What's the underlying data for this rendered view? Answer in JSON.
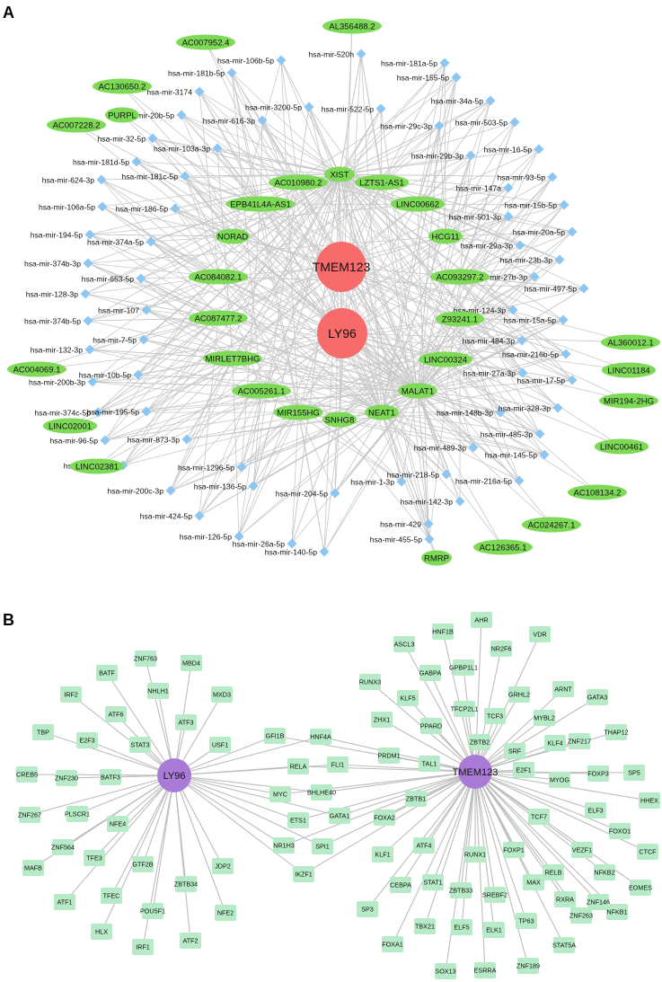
{
  "panels": [
    {
      "label": "A",
      "hubs": [
        {
          "id": "TMEM123",
          "label": "TMEM123"
        },
        {
          "id": "LY96",
          "label": "LY96"
        }
      ],
      "lncrnas": [
        "AL356488.2",
        "AC007952.4",
        "AC130650.2",
        "PURPL",
        "AC007228.2",
        "XIST",
        "LZTS1-AS1",
        "AC010980.2",
        "EPB41L4A-AS1",
        "LINC00662",
        "NORAD",
        "HCG11",
        "AC084082.1",
        "AC093297.2",
        "AC087477.2",
        "Z93241.1",
        "MIRLET7BHG",
        "LINC00324",
        "AL360012.1",
        "LINC01184",
        "AC004069.1",
        "AC005261.1",
        "MALAT1",
        "MIR194-2HG",
        "MIR155HG",
        "NEAT1",
        "SNHG8",
        "LINC00461",
        "LINC02001",
        "LINC02381",
        "AC108134.2",
        "AC024267.1",
        "AC126365.1",
        "RMRP"
      ],
      "mirnas": [
        "hsa-mir-520h",
        "hsa-mir-106b-5p",
        "hsa-mir-181b-5p",
        "hsa-mir-181a-5p",
        "hsa-mir-155-5p",
        "hsa-mir-3174",
        "hsa-mir-3200-5p",
        "hsa-mir-522-5p",
        "hsa-mir-34a-5p",
        "hsa-mir-20b-5p",
        "hsa-mir-616-3p",
        "hsa-mir-503-5p",
        "hsa-mir-29c-3p",
        "hsa-mir-32-5p",
        "hsa-mir-103a-3p",
        "hsa-mir-16-5p",
        "hsa-mir-29b-3p",
        "hsa-mir-181d-5p",
        "hsa-mir-93-5p",
        "hsa-mir-624-3p",
        "hsa-mir-181c-5p",
        "hsa-mir-147a",
        "hsa-mir-15b-5p",
        "hsa-mir-106a-5p",
        "hsa-mir-186-5p",
        "hsa-mir-501-3p",
        "hsa-mir-194-5p",
        "hsa-mir-20a-5p",
        "hsa-mir-374a-5p",
        "hsa-mir-29a-3p",
        "hsa-mir-374b-3p",
        "hsa-mir-23b-3p",
        "hsa-mir-653-5p",
        "hsa-mir-27b-3p",
        "hsa-mir-497-5p",
        "hsa-mir-128-3p",
        "hsa-mir-107",
        "hsa-mir-124-3p",
        "hsa-mir-15a-5p",
        "hsa-mir-374b-5p",
        "hsa-mir-484-3p",
        "hsa-mir-7-5p",
        "hsa-mir-216b-5p",
        "hsa-mir-132-3p",
        "hsa-mir-17-5p",
        "hsa-mir-10b-5p",
        "hsa-mir-200b-3p",
        "hsa-mir-27a-3p",
        "hsa-mir-374c-5p",
        "hsa-mir-195-5p",
        "hsa-mir-148b-3p",
        "hsa-mir-328-3p",
        "hsa-mir-485-3p",
        "hsa-mir-96-5p",
        "hsa-mir-873-3p",
        "hsa-mir-489-3p",
        "hsa-mir-145-5p",
        "hsa-mir-224-5p",
        "hsa-mir-1296-5p",
        "hsa-mir-218-5p",
        "hsa-mir-200c-3p",
        "hsa-mir-1-3p",
        "hsa-mir-216a-5p",
        "hsa-mir-136-5p",
        "hsa-mir-204-5p",
        "hsa-mir-142-3p",
        "hsa-mir-424-5p",
        "hsa-mir-429",
        "hsa-mir-126-5p",
        "hsa-mir-26a-5p",
        "hsa-mir-455-5p",
        "hsa-mir-140-5p"
      ]
    },
    {
      "label": "B",
      "hubs": [
        {
          "id": "LY96",
          "label": "LY96"
        },
        {
          "id": "TMEM123",
          "label": "TMEM123"
        }
      ],
      "ly96_tfs": [
        "ZNF763",
        "MBD4",
        "BATF",
        "NHLH1",
        "IRF2",
        "ATF6",
        "MXD3",
        "ATF3",
        "E2F3",
        "STAT3",
        "USF1",
        "TBP",
        "BATF3",
        "CREB5",
        "ZNF230",
        "PLSCR1",
        "ZNF267",
        "NFE4",
        "ZNF564",
        "TFE3",
        "GTF2B",
        "MAFB",
        "JDP2",
        "ZBTB34",
        "TFEC",
        "ATF1",
        "POU5F1",
        "NFE2",
        "HLX",
        "ATF2",
        "IRF1"
      ],
      "shared_tfs": [
        "GFI1B",
        "HNF4A",
        "RELA",
        "FLI1",
        "MYC",
        "BHLHE40",
        "ETS1",
        "GATA1",
        "NR1H3",
        "SPI1",
        "IKZF1"
      ],
      "tmem123_tfs": [
        "AHR",
        "HNF1B",
        "ASCL3",
        "NR2F6",
        "VDR",
        "GPBP1L1",
        "GABPA",
        "RUNX3",
        "GRHL2",
        "ARNT",
        "TCF3",
        "KLF5",
        "MYBL2",
        "GATA3",
        "TFCP2L1",
        "ZHX1",
        "PPARD",
        "ZNF217",
        "THAP12",
        "ZBTB2",
        "SRF",
        "KLF4",
        "FOXP3",
        "SP5",
        "PRDM1",
        "TAL1",
        "E2F1",
        "MYOG",
        "HHEX",
        "ELF3",
        "ZBTB1",
        "FOXO1",
        "FOXA2",
        "TCF7",
        "VEZF1",
        "CTCF",
        "NFKB2",
        "EOMES",
        "KLF1",
        "ATF4",
        "RUNX1",
        "FOXP1",
        "RELB",
        "ZNF146",
        "CEBPA",
        "STAT1",
        "MAX",
        "RXRA",
        "NFKB1",
        "ZBTB33",
        "SREBF2",
        "ZNF263",
        "SP3",
        "TBX21",
        "TP63",
        "STAT5A",
        "FOXA1",
        "ELF5",
        "ELK1",
        "ZNF189",
        "SOX13",
        "ESRRA"
      ]
    }
  ],
  "colors": {
    "hub_a": "#f76b6b",
    "lncrna": "#7ed957",
    "mirna": "#8ec6f2",
    "hub_b": "#a97bd6",
    "tf_box": "#b7ebc7",
    "edge": "#c8c8c8"
  }
}
